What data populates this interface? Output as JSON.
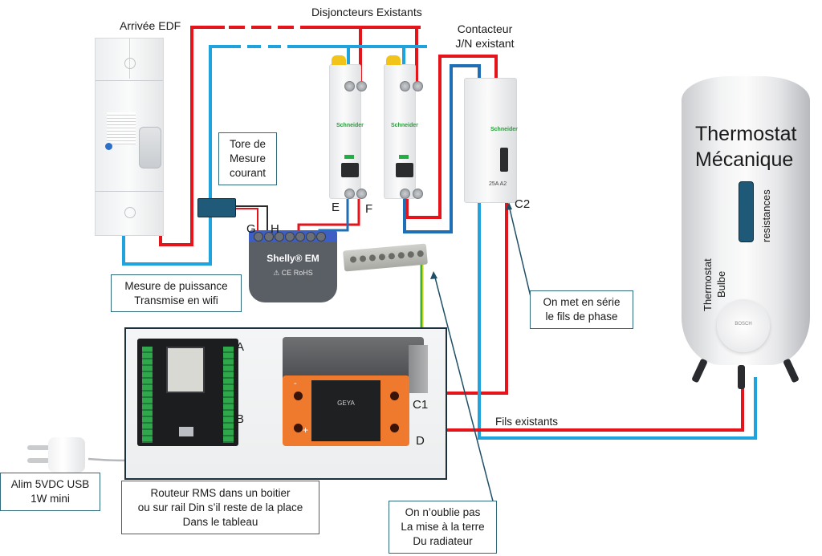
{
  "labels": {
    "arrivee_edf": "Arrivée EDF",
    "disjoncteurs": "Disjoncteurs Existants",
    "contacteur_line1": "Contacteur",
    "contacteur_line2": "J/N existant",
    "fils_existants": "Fils existants",
    "thermostat_line1": "Thermostat",
    "thermostat_line2": "Mécanique",
    "resistances": "resistances",
    "thermostat_bulbe_line1": "Thermostat",
    "thermostat_bulbe_line2": "Bulbe"
  },
  "callouts": {
    "tore": [
      "Tore de",
      "Mesure",
      "courant"
    ],
    "mesure": [
      "Mesure de puissance",
      "Transmise en wifi"
    ],
    "serie": [
      "On met en série",
      "le fils de phase"
    ],
    "alim": [
      "Alim 5VDC USB",
      "1W mini"
    ],
    "routeur": [
      "Routeur RMS dans un boitier",
      "ou sur rail Din s’il reste de la place",
      "Dans le tableau"
    ],
    "terre": [
      "On n’oublie pas",
      "La mise à la terre",
      "Du radiateur"
    ]
  },
  "terminals": {
    "A": "A",
    "B": "B",
    "C1": "C1",
    "C2": "C2",
    "D": "D",
    "E": "E",
    "F": "F",
    "G": "G",
    "H": "H"
  },
  "devices": {
    "shelly_name": "Shelly® EM",
    "shelly_marks": "⚠ CE RoHS",
    "mcb_brand": "Schneider",
    "contactor_brand": "Schneider",
    "contactor_rating": "25A A2",
    "ssr_brand": "GEYA",
    "ssr_minus": "-",
    "ssr_plus": "+",
    "heater_brand": "BOSCH"
  },
  "colors": {
    "phase": "#e5141b",
    "neutral": "#1fa3dc",
    "neutral_dark": "#1f6fb5",
    "earth_green": "#3cb043",
    "earth_yellow": "#f3e221",
    "callout_border": "#2f6b7c",
    "signal": "#1d2f3a"
  }
}
